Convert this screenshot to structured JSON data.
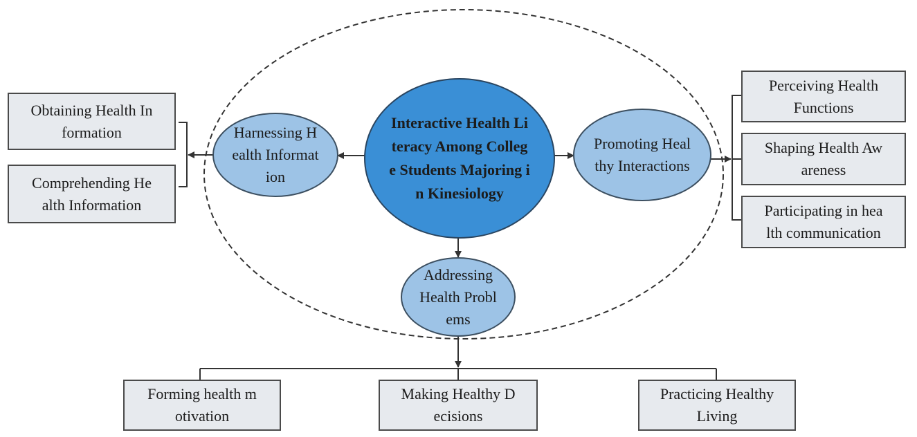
{
  "center": {
    "label": "Interactive Health Li teracy Among Colleg e Students Majoring i n Kinesiology",
    "lines": [
      "Interactive Health Li",
      "teracy Among Colleg",
      "e Students Majoring i",
      "n Kinesiology"
    ]
  },
  "left_node": {
    "lines": [
      "Harnessing H",
      "ealth Informat",
      "ion"
    ]
  },
  "right_node": {
    "lines": [
      "Promoting Heal",
      "thy Interactions"
    ]
  },
  "bottom_node": {
    "lines": [
      "Addressing",
      "Health Probl",
      "ems"
    ]
  },
  "left_boxes": [
    {
      "lines": [
        "Obtaining Health In",
        "formation"
      ]
    },
    {
      "lines": [
        "Comprehending He",
        "alth Information"
      ]
    }
  ],
  "right_boxes": [
    {
      "lines": [
        "Perceiving Health",
        "Functions"
      ]
    },
    {
      "lines": [
        "Shaping Health Aw",
        "areness"
      ]
    },
    {
      "lines": [
        "Participating in hea",
        "lth communication"
      ]
    }
  ],
  "bottom_boxes": [
    {
      "lines": [
        "Forming health m",
        "otivation"
      ]
    },
    {
      "lines": [
        "Making Healthy D",
        "ecisions"
      ]
    },
    {
      "lines": [
        "Practicing Healthy",
        "Living"
      ]
    }
  ],
  "colors": {
    "core_fill": "#3a8fd6",
    "node_fill": "#9dc3e6",
    "box_fill": "#e7eaee",
    "line": "#333333"
  }
}
